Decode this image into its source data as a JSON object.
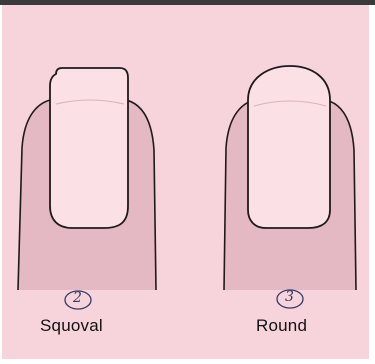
{
  "shapes": [
    {
      "number": "2",
      "name": "Squoval"
    },
    {
      "number": "3",
      "name": "Round"
    }
  ],
  "colors": {
    "background": "#f7d4dc",
    "finger_shade": "#e4b9c3",
    "nail": "#fbe0e6",
    "outline": "#1e1a1c",
    "handwriting": "#333a66"
  }
}
